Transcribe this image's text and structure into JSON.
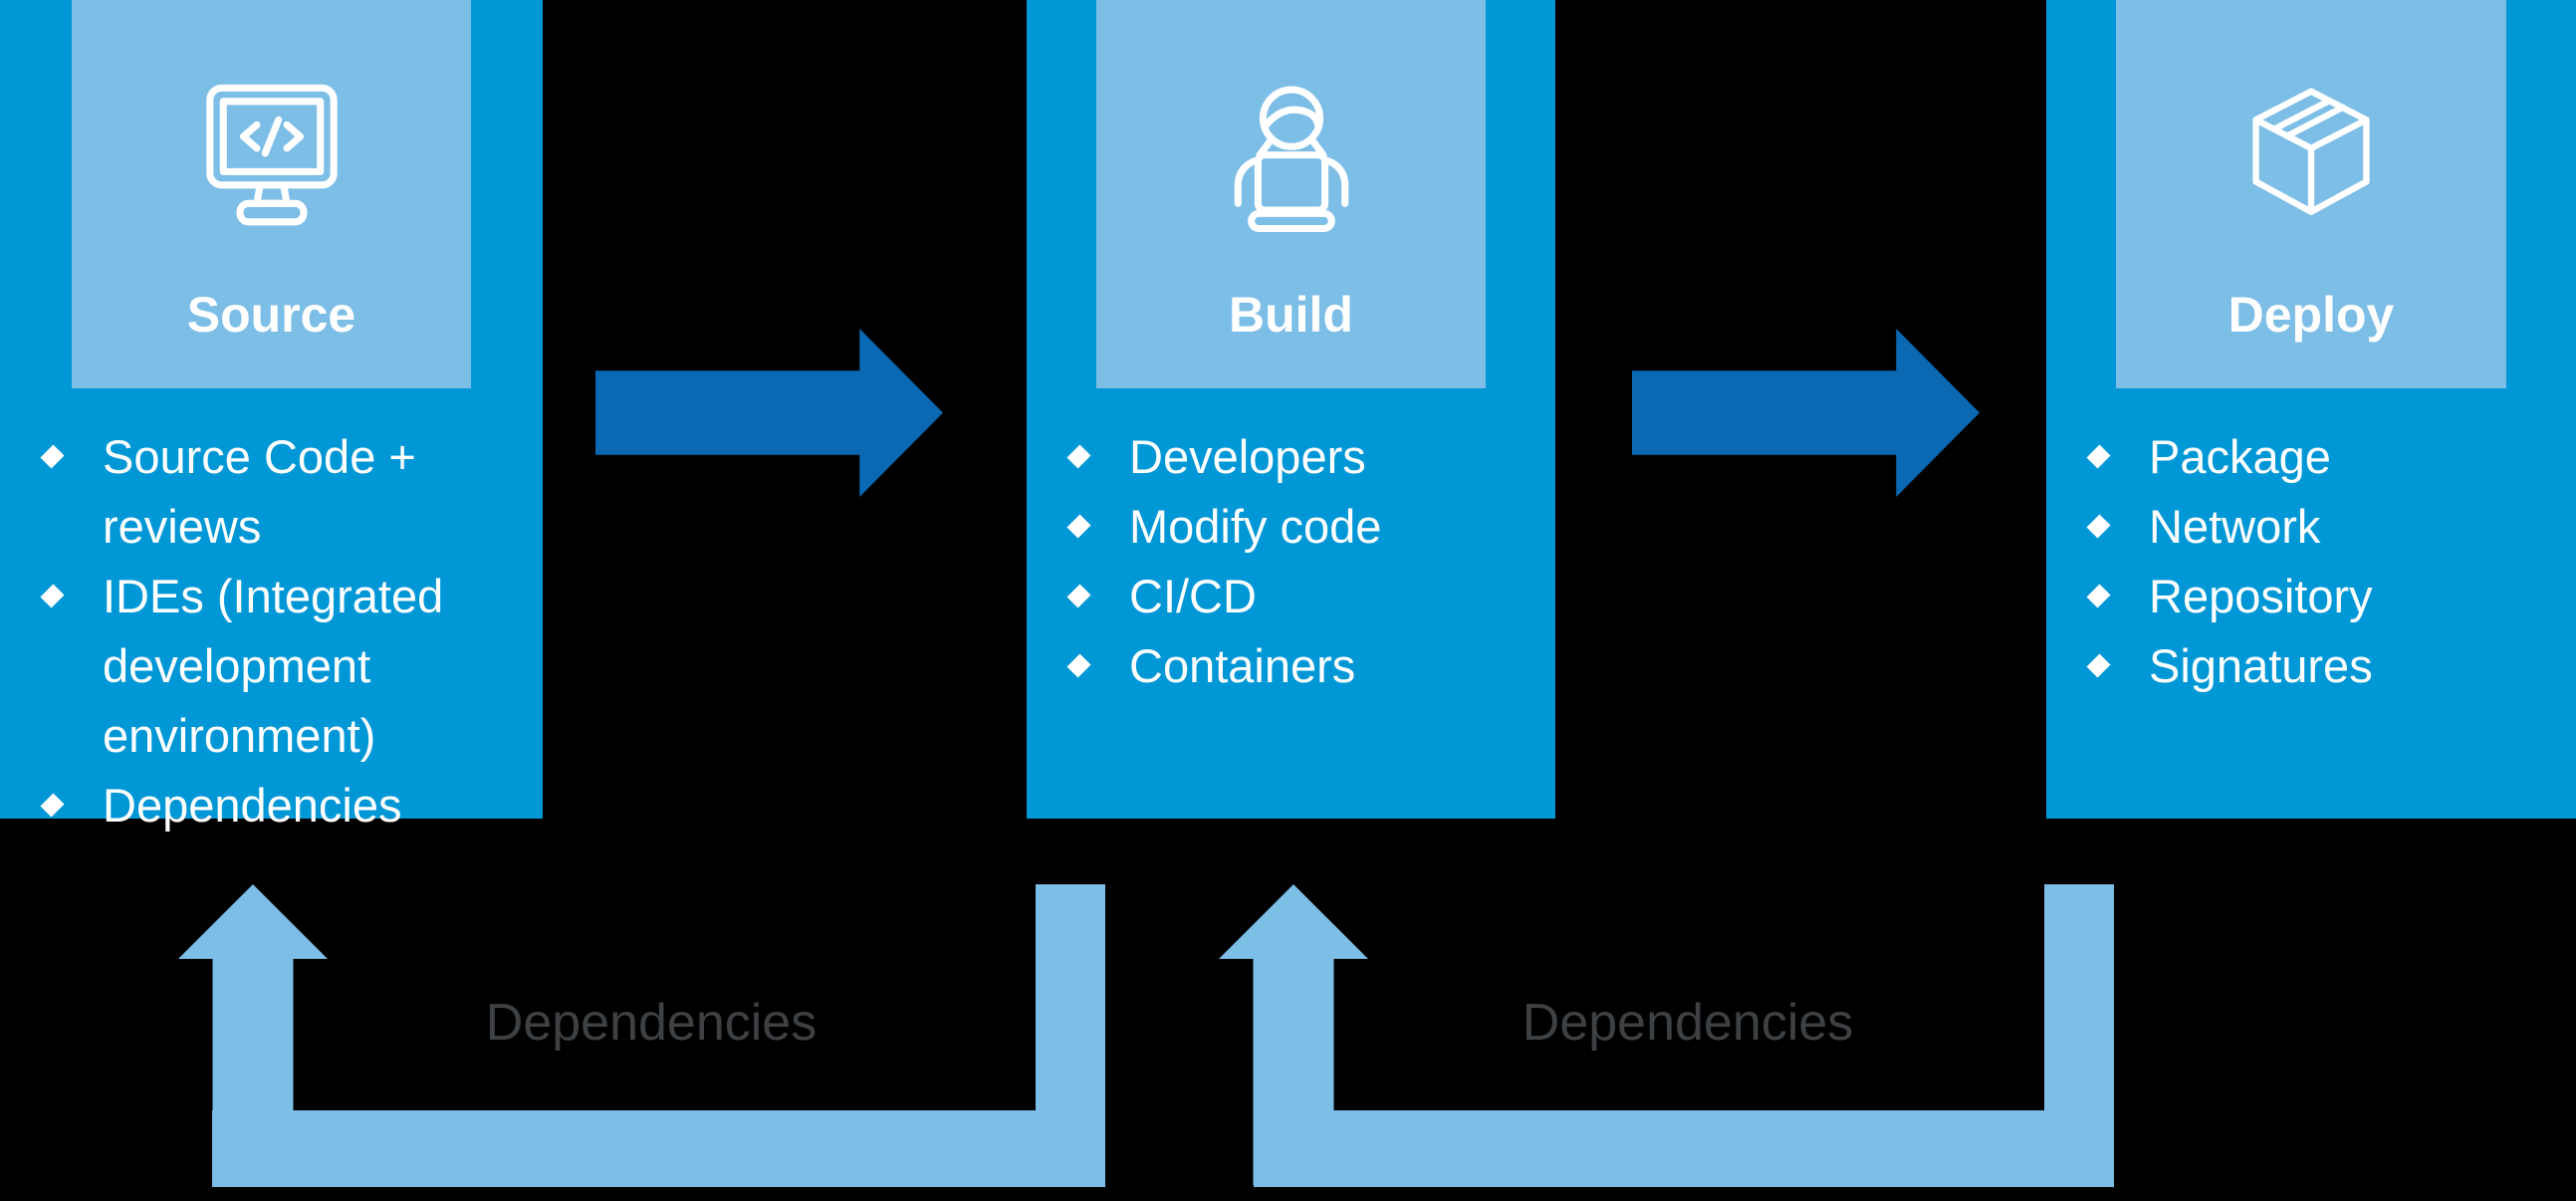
{
  "colors": {
    "bg": "#000000",
    "box_blue": "#0097D7",
    "light_blue": "#7DBEE7",
    "arrow_blue": "#0B68B3",
    "label_gray": "#3E4144",
    "text_white": "#FFFFFF"
  },
  "stages": [
    {
      "title": "Source",
      "icon": "code-monitor-icon",
      "items": [
        [
          "Source Code +",
          "reviews"
        ],
        [
          "IDEs (Integrated",
          "development",
          "environment)"
        ],
        [
          "Dependencies"
        ]
      ]
    },
    {
      "title": "Build",
      "icon": "developer-laptop-icon",
      "items": [
        [
          "Developers"
        ],
        [
          "Modify code"
        ],
        [
          "CI/CD"
        ],
        [
          "Containers"
        ]
      ]
    },
    {
      "title": "Deploy",
      "icon": "package-box-icon",
      "items": [
        [
          "Package"
        ],
        [
          "Network"
        ],
        [
          "Repository"
        ],
        [
          "Signatures"
        ]
      ]
    }
  ],
  "flow_arrows": [
    {
      "from": "Source",
      "to": "Build"
    },
    {
      "from": "Build",
      "to": "Deploy"
    }
  ],
  "feedback_loops": [
    {
      "label": "Dependencies",
      "from": "Build",
      "to": "Source"
    },
    {
      "label": "Dependencies",
      "from": "Deploy",
      "to": "Build"
    }
  ]
}
